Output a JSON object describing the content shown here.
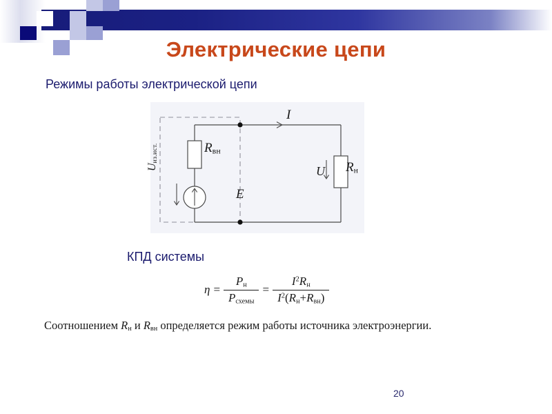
{
  "slide": {
    "title": "Электрические цепи",
    "subtitle": "Режимы работы электрической цепи",
    "section_heading": "КПД системы",
    "page_number": "20"
  },
  "colors": {
    "title": "#c8481b",
    "heading": "#1b1b6e",
    "header_bar": "#171c7a",
    "diagram_background": "#f3f4f9",
    "wire": "#4a4a4a"
  },
  "diagram": {
    "name": "Схема электрической цепи с внутренним сопротивлением источника",
    "labels": {
      "r_internal": "R",
      "r_internal_sub": "вн",
      "r_load": "R",
      "r_load_sub": "н",
      "emf": "E",
      "voltage_load": "U",
      "voltage_source": "U",
      "voltage_source_sub": "из.ист.",
      "current": "I"
    }
  },
  "formula": {
    "eta": "η",
    "equals": "=",
    "p_num": "P",
    "p_num_sub": "н",
    "p_den": "P",
    "p_den_sub": "схемы",
    "i_sym": "I",
    "i_pow": "2",
    "r_load": "R",
    "r_load_sub": "н",
    "paren_open": "(",
    "plus": "+",
    "r_internal": "R",
    "r_internal_sub": "вн",
    "paren_close": ")"
  },
  "conclusion": {
    "part1": "Соотношением ",
    "r1": "R",
    "r1_sub": "н",
    "part2": " и ",
    "r2": "R",
    "r2_sub": "вн",
    "part3": " определяется режим работы источника электроэнергии."
  }
}
